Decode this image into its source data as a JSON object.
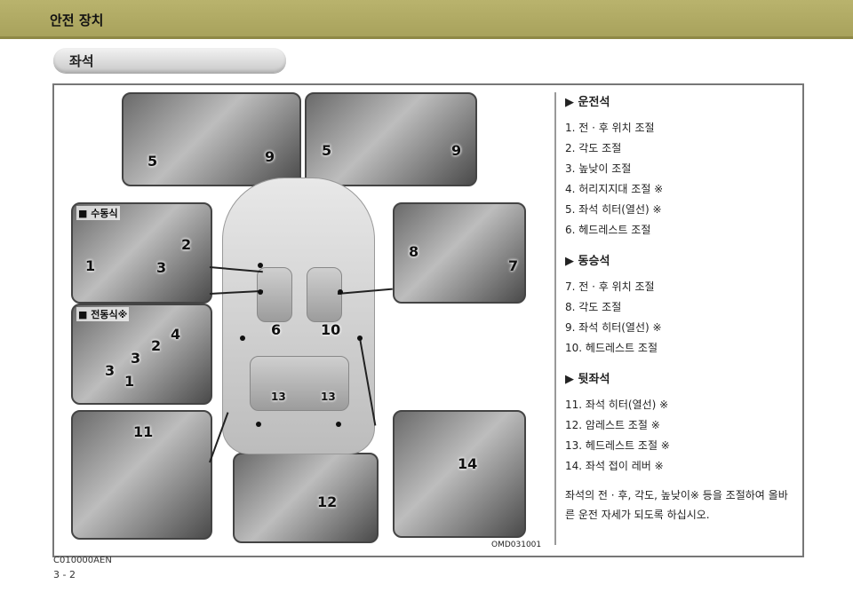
{
  "header": {
    "title": "안전 장치"
  },
  "section": {
    "title": "좌석"
  },
  "figure": {
    "code": "OMD031001",
    "labels": {
      "manual": "■ 수동식",
      "power": "■ 전동식",
      "power_mark": "※"
    },
    "numbers": [
      "1",
      "2",
      "3",
      "4",
      "5",
      "6",
      "7",
      "8",
      "9",
      "10",
      "11",
      "12",
      "13",
      "14"
    ]
  },
  "driver": {
    "heading": "▶ 운전석",
    "items": [
      "1. 전 · 후 위치 조절",
      "2. 각도 조절",
      "3. 높낮이 조절",
      "4. 허리지지대 조절 ※",
      "5. 좌석 히터(열선) ※",
      "6. 헤드레스트 조절"
    ]
  },
  "passenger": {
    "heading": "▶ 동승석",
    "items": [
      "7. 전 · 후 위치 조절",
      "8. 각도 조절",
      "9. 좌석 히터(열선) ※",
      "10. 헤드레스트 조절"
    ]
  },
  "rear": {
    "heading": "▶ 뒷좌석",
    "items": [
      "11. 좌석 히터(열선) ※",
      "12. 암레스트 조절 ※",
      "13. 헤드레스트 조절 ※",
      "14. 좌석 접이 레버 ※"
    ]
  },
  "note": "좌석의 전 · 후, 각도, 높낮이※ 등을 조절하여 올바른 운전 자세가 되도록 하십시오.",
  "footer": {
    "code": "C010000AEN",
    "page": "3 - 2"
  }
}
